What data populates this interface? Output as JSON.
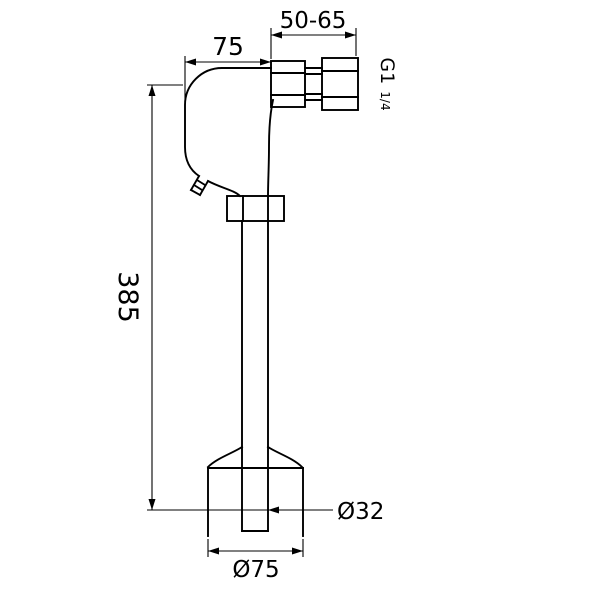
{
  "colors": {
    "line": "#000000",
    "background": "#ffffff"
  },
  "dimensions": {
    "adjustable_span": "50-65",
    "elbow_offset": "75",
    "thread_size_main": "G1",
    "thread_size_fraction": "1/4",
    "overall_height": "385",
    "outlet_diameter": "Ø32",
    "base_diameter": "Ø75"
  }
}
